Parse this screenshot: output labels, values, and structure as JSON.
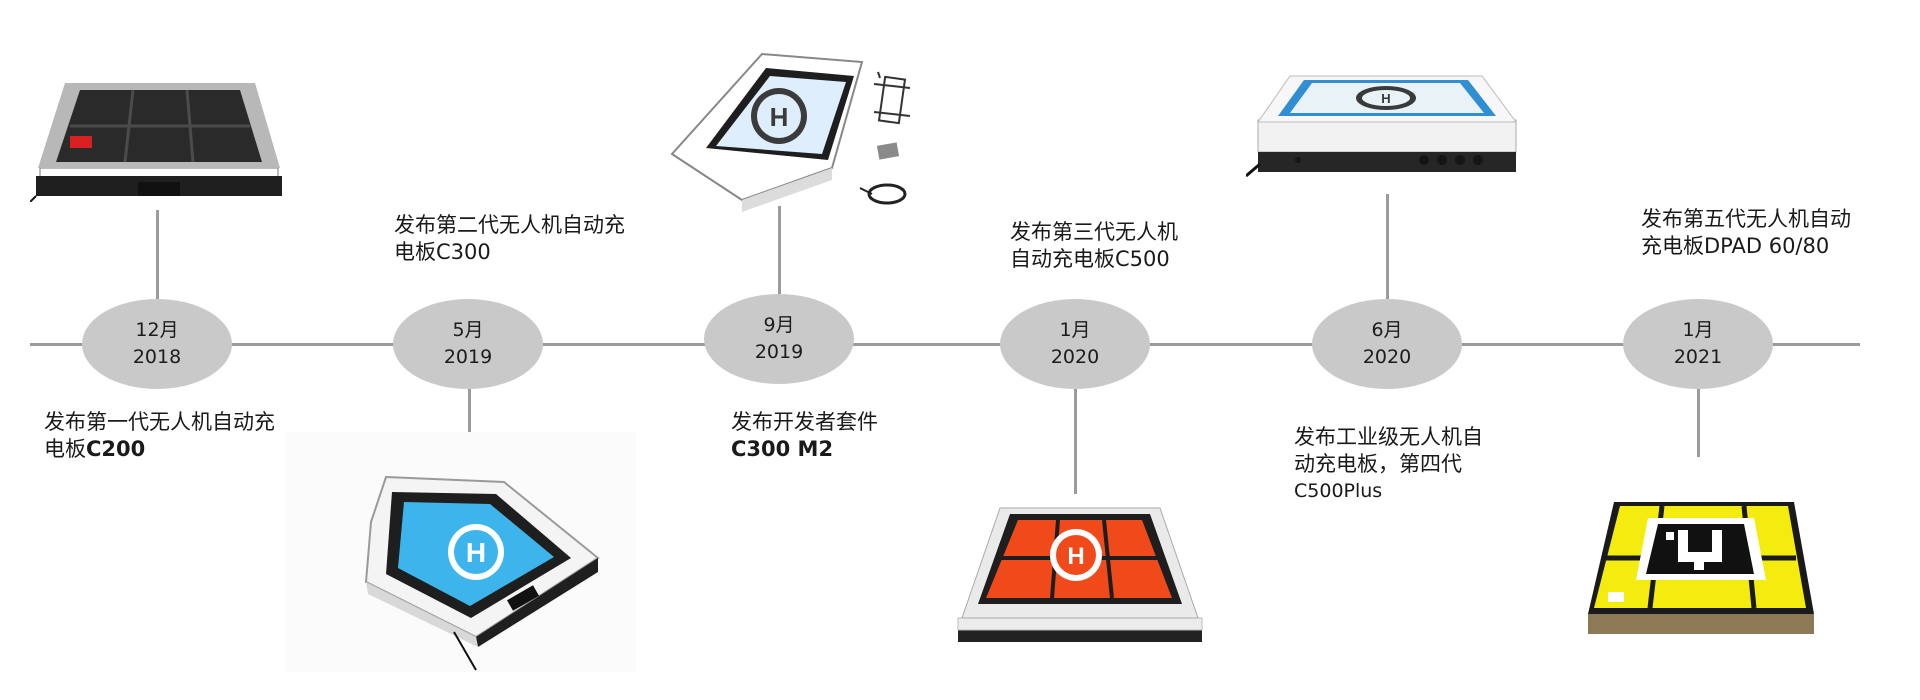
{
  "milestones": [
    {
      "month": "12月",
      "year": "2018",
      "desc": [
        "发布第一代无人机自动充",
        "电板",
        "C200"
      ],
      "product_icon": "pad-gen1-dark-grid-icon"
    },
    {
      "month": "5月",
      "year": "2019",
      "desc": [
        "发布第二代无人机自动充",
        "电板C300"
      ],
      "product_icon": "pad-gen2-blue-helipad-icon"
    },
    {
      "month": "9月",
      "year": "2019",
      "desc": [
        "发布开发者套件",
        "C300 M2"
      ],
      "product_icon": "developer-kit-icon"
    },
    {
      "month": "1月",
      "year": "2020",
      "desc": [
        "发布第三代无人机",
        "自动充电板C500"
      ],
      "product_icon": "pad-gen3-orange-helipad-icon"
    },
    {
      "month": "6月",
      "year": "2020",
      "desc": [
        "发布工业级无人机自",
        "动充电板，第四代",
        "C500Plus"
      ],
      "product_icon": "pad-gen4-industrial-icon"
    },
    {
      "month": "1月",
      "year": "2021",
      "desc": [
        "发布第五代无人机自动",
        "充电板DPAD 60/80"
      ],
      "product_icon": "pad-gen5-yellow-marker-icon"
    }
  ],
  "colors": {
    "axis": "#9b9b9b",
    "milestone": "#c9c9c9",
    "helipad_blue": "#3db5ec",
    "helipad_orange": "#f04a1a",
    "marker_yellow": "#f3ec0e"
  }
}
